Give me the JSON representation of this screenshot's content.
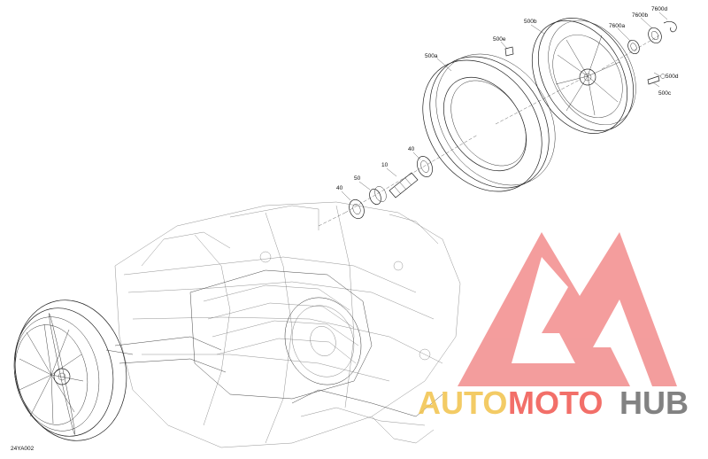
{
  "parts": {
    "p500a": "500a",
    "p500b": "500b",
    "p500c": "500c",
    "p500d": "500d",
    "p500e": "500e",
    "p7600a": "7600a",
    "p7600b": "7600b",
    "p7600d": "7600d",
    "p10": "10",
    "p40_upper": "40",
    "p40_lower": "40",
    "p50": "50"
  },
  "figure_code": "24YA002",
  "watermark": {
    "auto": "AUTO",
    "moto": "MOTO",
    "hub": "HUB",
    "colors": {
      "auto": "#f2c24b",
      "moto": "#f0564f",
      "hub": "#6d6d6d",
      "logo": "#f28c8c"
    }
  }
}
